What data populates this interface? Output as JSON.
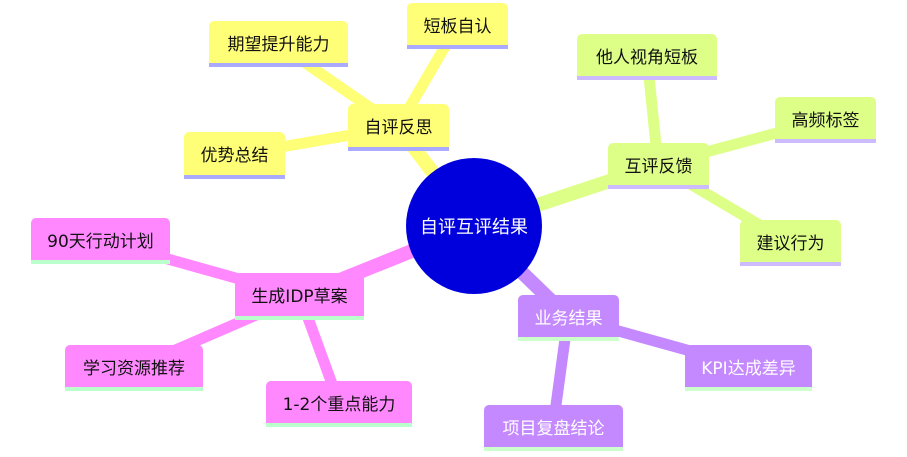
{
  "center": {
    "label": "自评互评结果",
    "color": "#0000dd"
  },
  "branches": [
    {
      "label": "自评反思",
      "color": "#ffff77",
      "children": [
        "期望提升能力",
        "短板自认",
        "优势总结"
      ]
    },
    {
      "label": "互评反馈",
      "color": "#ddff88",
      "children": [
        "他人视角短板",
        "高频标签",
        "建议行为"
      ]
    },
    {
      "label": "业务结果",
      "color": "#c488ff",
      "children": [
        "KPI达成差异",
        "项目复盘结论"
      ]
    },
    {
      "label": "生成IDP草案",
      "color": "#ff88ff",
      "children": [
        "90天行动计划",
        "学习资源推荐",
        "1-2个重点能力"
      ]
    }
  ]
}
